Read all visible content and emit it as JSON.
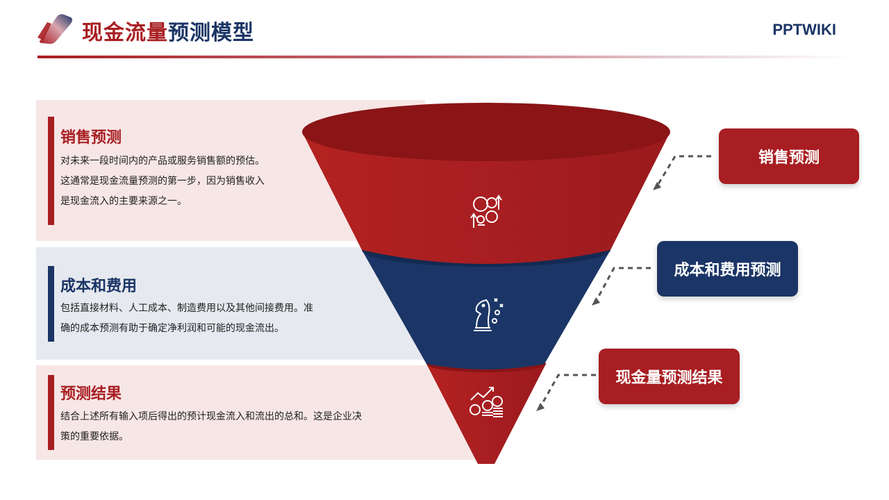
{
  "header": {
    "title_red": "现金流量",
    "title_navy": "预测模型",
    "brand": "PPTWIKI"
  },
  "panels": [
    {
      "title": "销售预测",
      "lines": [
        "对未来一段时间内的产品或服务销售额的预估。",
        "这通常是现金流量预测的第一步，因为销售收入",
        "是现金流入的主要来源之一。"
      ]
    },
    {
      "title": "成本和费用",
      "lines": [
        "包括直接材料、人工成本、制造费用以及其他间接费用。准",
        "确的成本预测有助于确定净利润和可能的现金流出。"
      ]
    },
    {
      "title": "预测结果",
      "lines": [
        "结合上述所有输入项后得出的预计现金流入和流出的总和。这是企业决",
        "策的重要依据。"
      ]
    }
  ],
  "labels": {
    "stage1": "销售预测",
    "stage2": "成本和费用预测",
    "stage3": "现金量预测结果"
  },
  "icons": {
    "stage1": "brain-gear-icon",
    "stage2": "chess-knight-strategy-icon",
    "stage3": "coins-growth-icon"
  },
  "colors": {
    "red": "#a81e22",
    "dark_red": "#8a1416",
    "navy": "#1b3566",
    "panel_pink": "#f7e6e6",
    "panel_gray": "#e6e9ef"
  }
}
